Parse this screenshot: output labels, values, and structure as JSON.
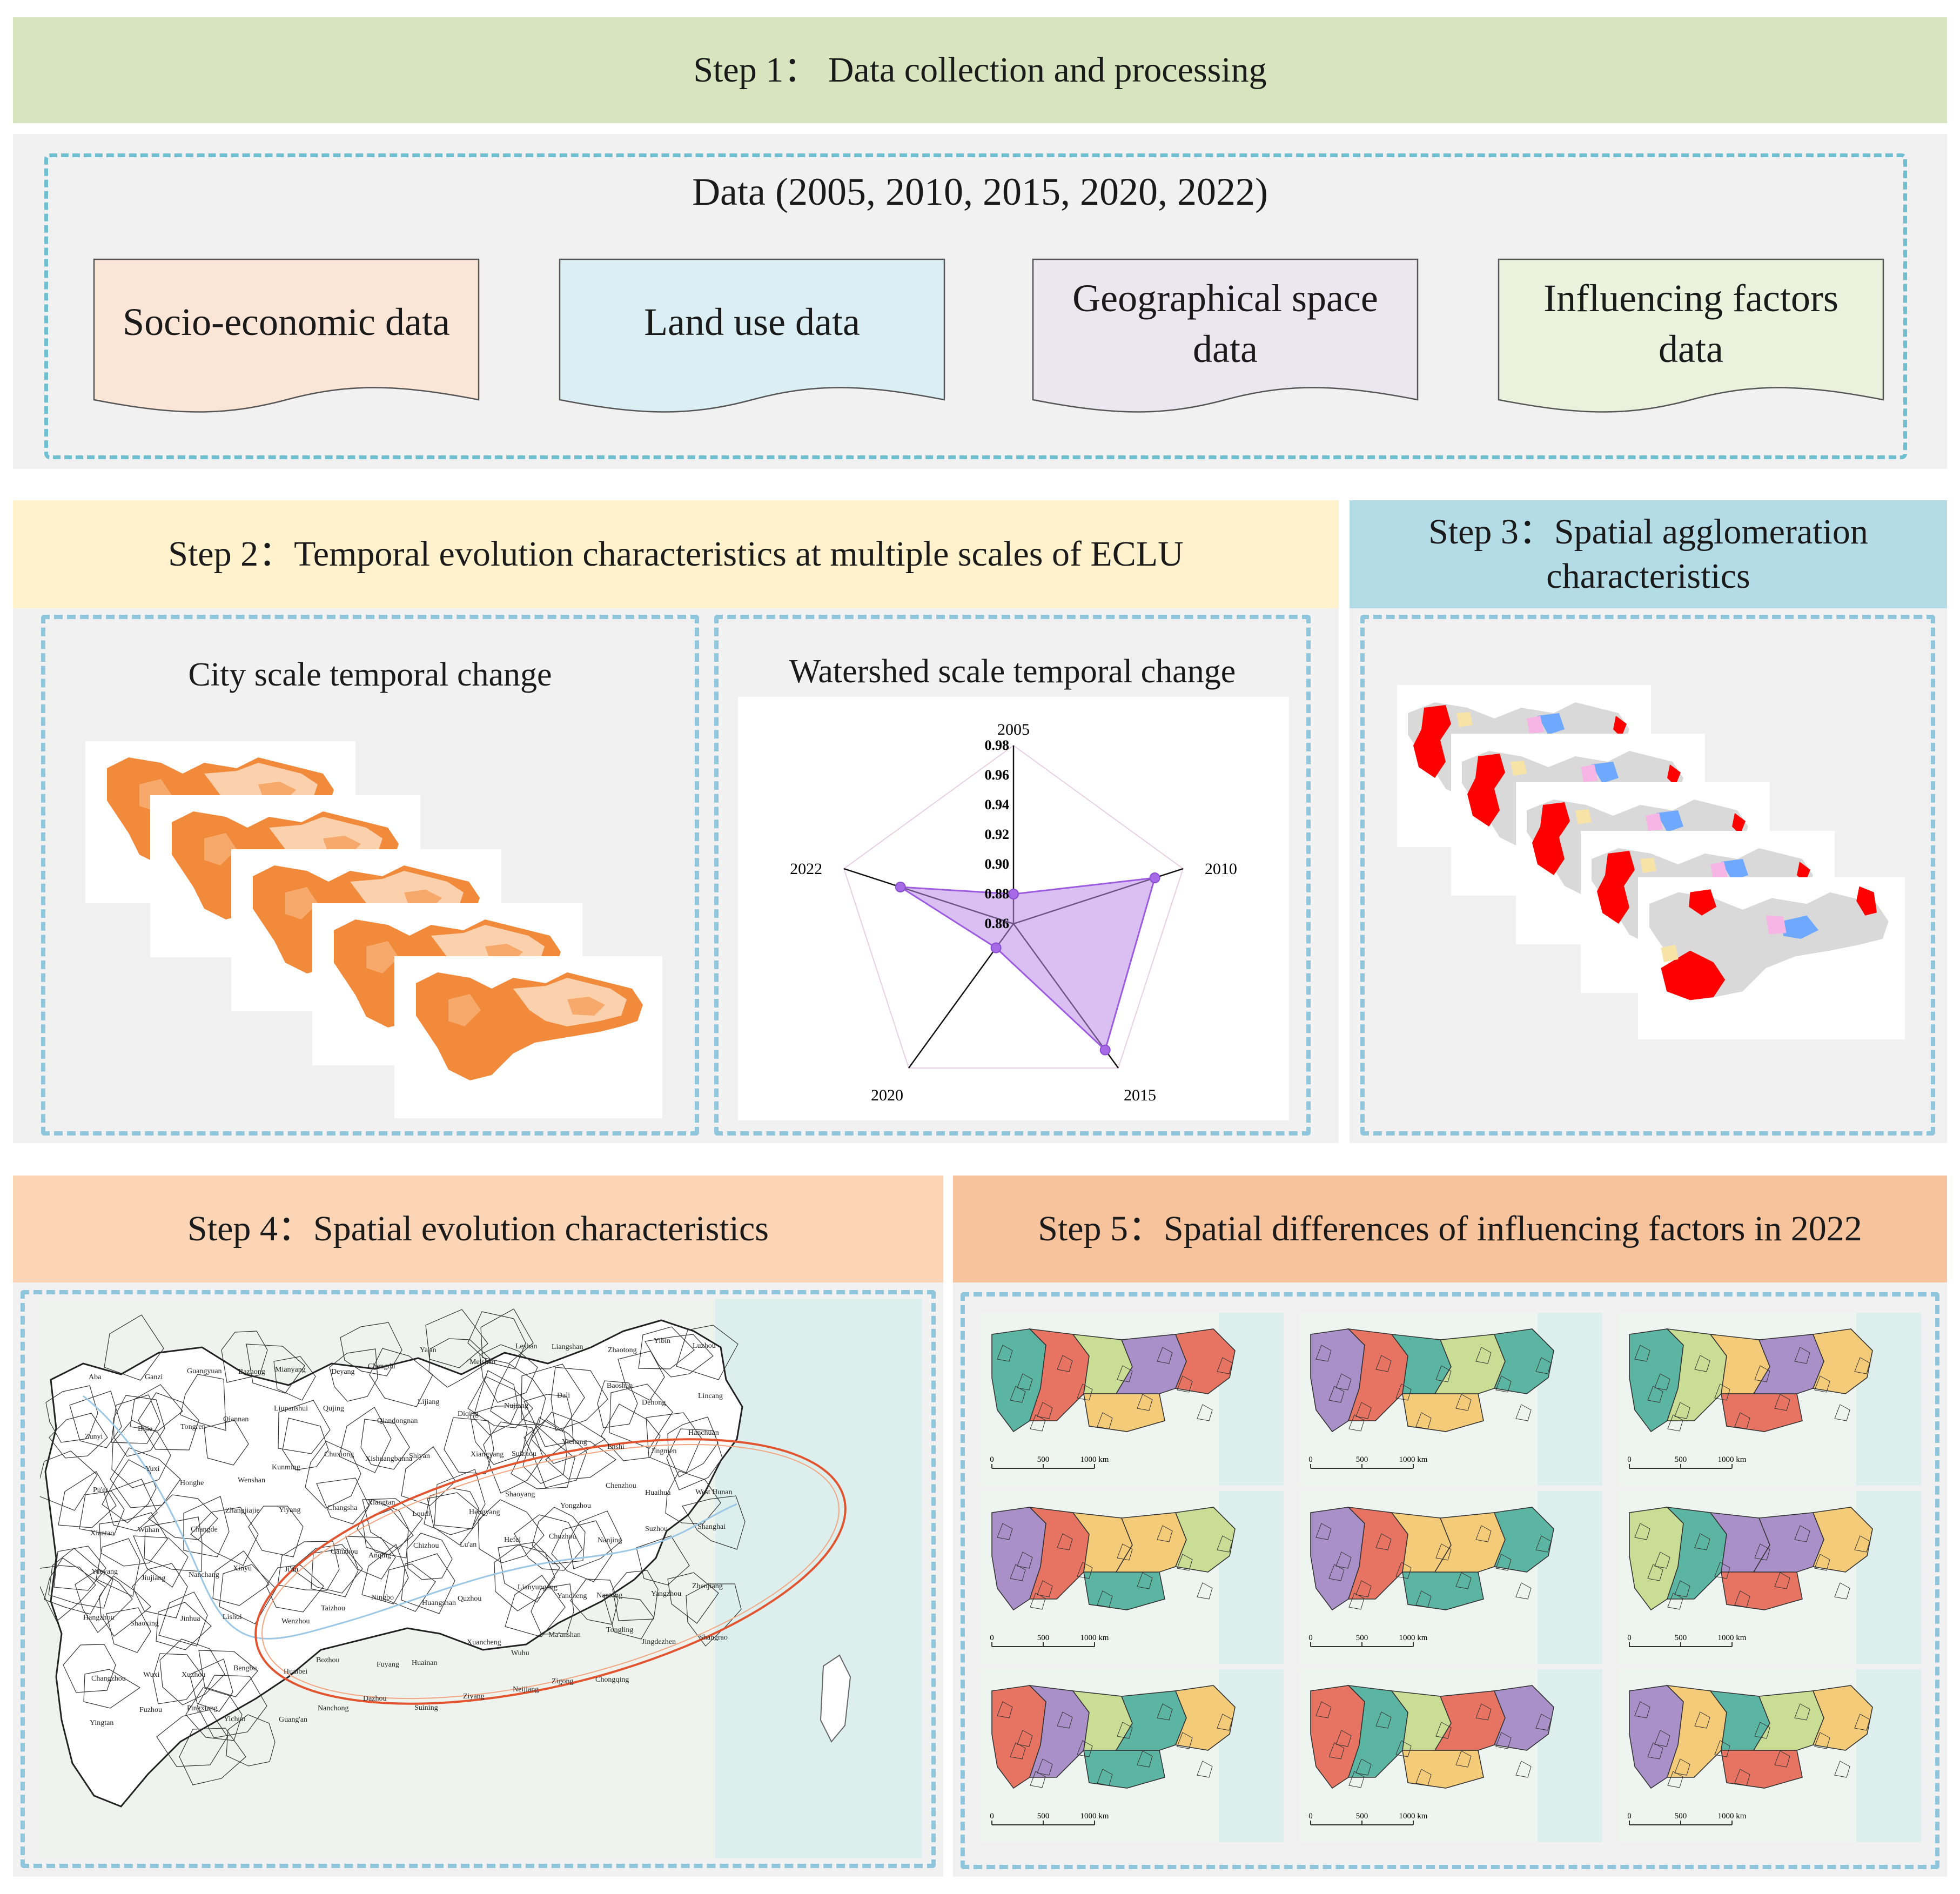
{
  "step1": {
    "title": "Step 1：  Data collection and processing",
    "data_title": "Data (2005, 2010, 2015, 2020, 2022)",
    "docs": [
      {
        "label": "Socio-economic data",
        "color": "#fbe5d6"
      },
      {
        "label": "Land use data",
        "color": "#dbeef4"
      },
      {
        "label": "Geographical space data",
        "color": "#eae7ef"
      },
      {
        "label": "Influencing factors data",
        "color": "#eaf1dd"
      }
    ]
  },
  "step2": {
    "title": "Step 2：Temporal evolution characteristics at multiple scales of ECLU",
    "city_label": "City scale temporal change",
    "watershed_label": "Watershed scale temporal change"
  },
  "step3": {
    "title": "Step 3：Spatial agglomeration characteristics"
  },
  "step4": {
    "title": "Step 4：Spatial evolution characteristics",
    "place_names": [
      "Aba",
      "Ganzi",
      "Guangyuan",
      "Bazhong",
      "Mianyang",
      "Deyang",
      "Chengdu",
      "Ya'an",
      "Meishan",
      "Leshan",
      "Liangshan",
      "Zhaotong",
      "Yibin",
      "Luzhou",
      "Zunyi",
      "Bijie",
      "Tongren",
      "Qiannan",
      "Liupanshui",
      "Qujing",
      "Qiandongnan",
      "Lijiang",
      "Diqing",
      "Nujiang",
      "Dali",
      "Baoshan",
      "Dehong",
      "Lincang",
      "Pu'er",
      "Yuxi",
      "Honghe",
      "Wenshan",
      "Kunming",
      "Chuxiong",
      "Xishuangbanna",
      "Shiyan",
      "Xiangyang",
      "Suizhou",
      "Yichang",
      "Enshi",
      "Jingmen",
      "Hanchuan",
      "Xiantao",
      "Wuhan",
      "Changde",
      "Zhangjiajie",
      "Yiyang",
      "Changsha",
      "Xiangtan",
      "Loudi",
      "Hengyang",
      "Shaoyang",
      "Yongzhou",
      "Chenzhou",
      "Huaihua",
      "West Hunan",
      "Yueyang",
      "Jiujiang",
      "Nanchang",
      "Xinyu",
      "Ji'an",
      "Ganzhou",
      "Anqing",
      "Chizhou",
      "Lu'an",
      "Hefei",
      "Chuzhou",
      "Nanjing",
      "Suzhou",
      "Shanghai",
      "Hangzhou",
      "Shaoxing",
      "Jinhua",
      "Lishui",
      "Wenzhou",
      "Taizhou",
      "Ningbo",
      "Huangshan",
      "Quzhou",
      "Lianyungang",
      "Yancheng",
      "Nantong",
      "Yangzhou",
      "Zhenjiang",
      "Changzhou",
      "Wuxi",
      "Xuzhou",
      "Bengbu",
      "Huaibei",
      "Bozhou",
      "Fuyang",
      "Huainan",
      "Xuancheng",
      "Wuhu",
      "Ma'anshan",
      "Tongling",
      "Jingdezhen",
      "Shangrao",
      "Yingtan",
      "Fuzhou",
      "Pingxiang",
      "Yichun",
      "Guang'an",
      "Nanchong",
      "Dazhou",
      "Suining",
      "Ziyang",
      "Neijiang",
      "Zigong",
      "Chongqing"
    ]
  },
  "step5": {
    "title": "Step 5：Spatial differences of influencing factors in 2022",
    "scale_labels": [
      "0",
      "500",
      "1000 km"
    ],
    "palette": {
      "teal": "#5bb5a2",
      "purple": "#a990c9",
      "red": "#e77462",
      "yellow": "#f4cb78",
      "green": "#c9dd94"
    }
  },
  "radar": {
    "type": "radar",
    "categories": [
      "2005",
      "2010",
      "2015",
      "2020",
      "2022"
    ],
    "values": [
      0.88,
      0.96,
      0.965,
      0.88,
      0.94
    ],
    "ticks": [
      "0.86",
      "0.88",
      "0.90",
      "0.92",
      "0.94",
      "0.96",
      "0.98"
    ],
    "range": [
      0.86,
      0.98
    ],
    "fill_color": "#b98ae8"
  },
  "colors": {
    "step1_band": "#d7e4bd",
    "step2_band": "#fff2cc",
    "step3_band": "#b4dce6",
    "step4_band": "#fbd5b5",
    "step5_band": "#f7c39c",
    "dash": "#7cc4d4",
    "orange_dark": "#f28a3c",
    "orange_light": "#fbd0ad",
    "hotspot": "#ff0000"
  }
}
